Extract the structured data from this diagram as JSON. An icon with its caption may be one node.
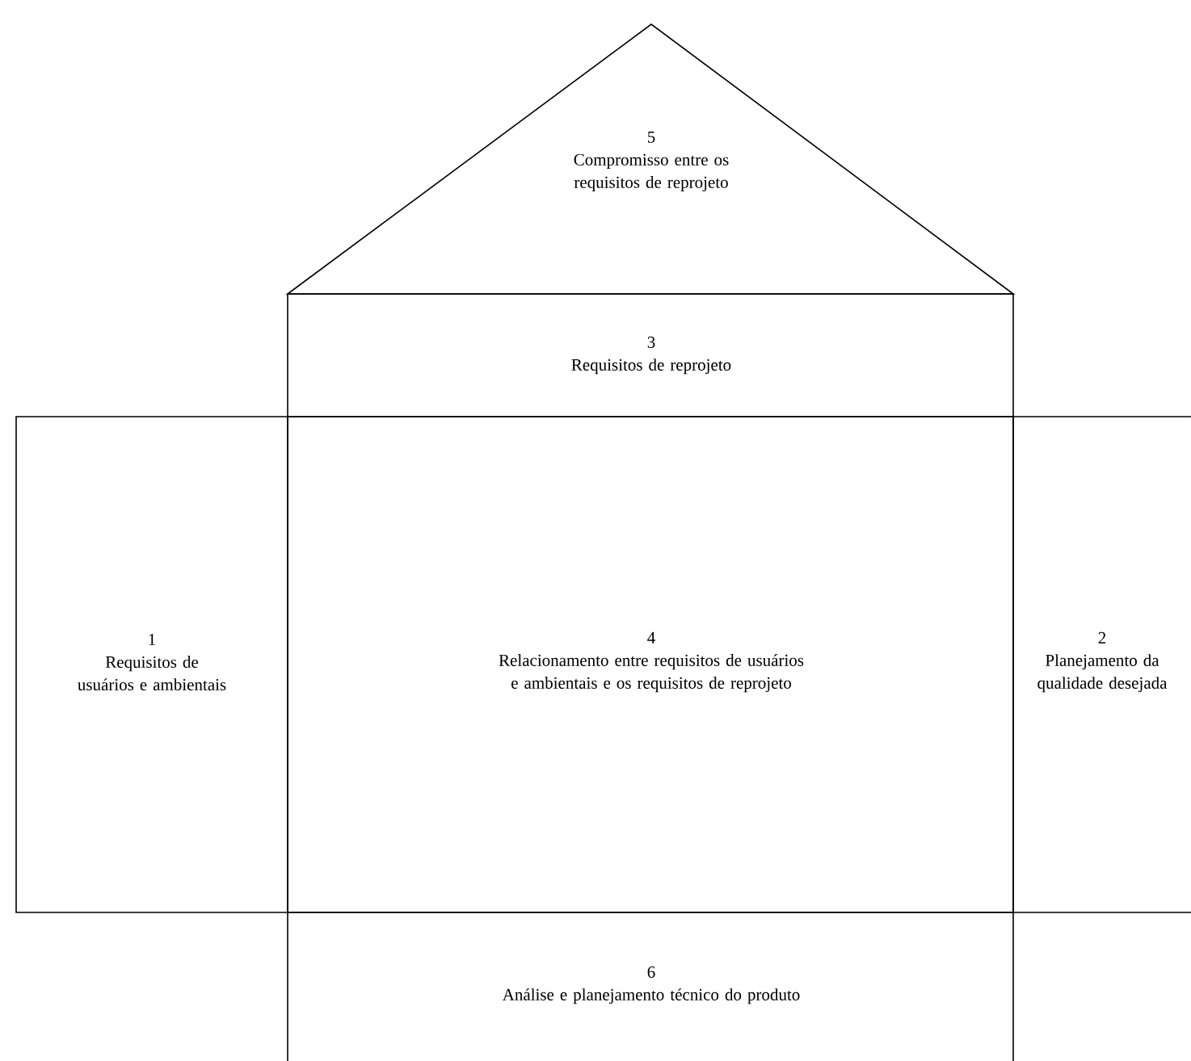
{
  "diagram": {
    "nodes": [
      {
        "text": [
          "5",
          "Compromisso entre os requisitos de reprojeto"
        ]
      },
      {
        "text": [
          "3",
          "Requisitos de reprojeto"
        ]
      },
      {
        "text": [
          "1",
          "Requisitos de usuários e ambientais"
        ]
      },
      {
        "text": [
          "4",
          "Relacionamento entre requisitos de usuários e ambientais e os requisitos de reprojeto"
        ]
      },
      {
        "text": [
          "2",
          "Planejamento da qualidade desejada"
        ]
      },
      {
        "text": [
          "6",
          "Análise e planejamento técnico do produto"
        ]
      }
    ]
  }
}
